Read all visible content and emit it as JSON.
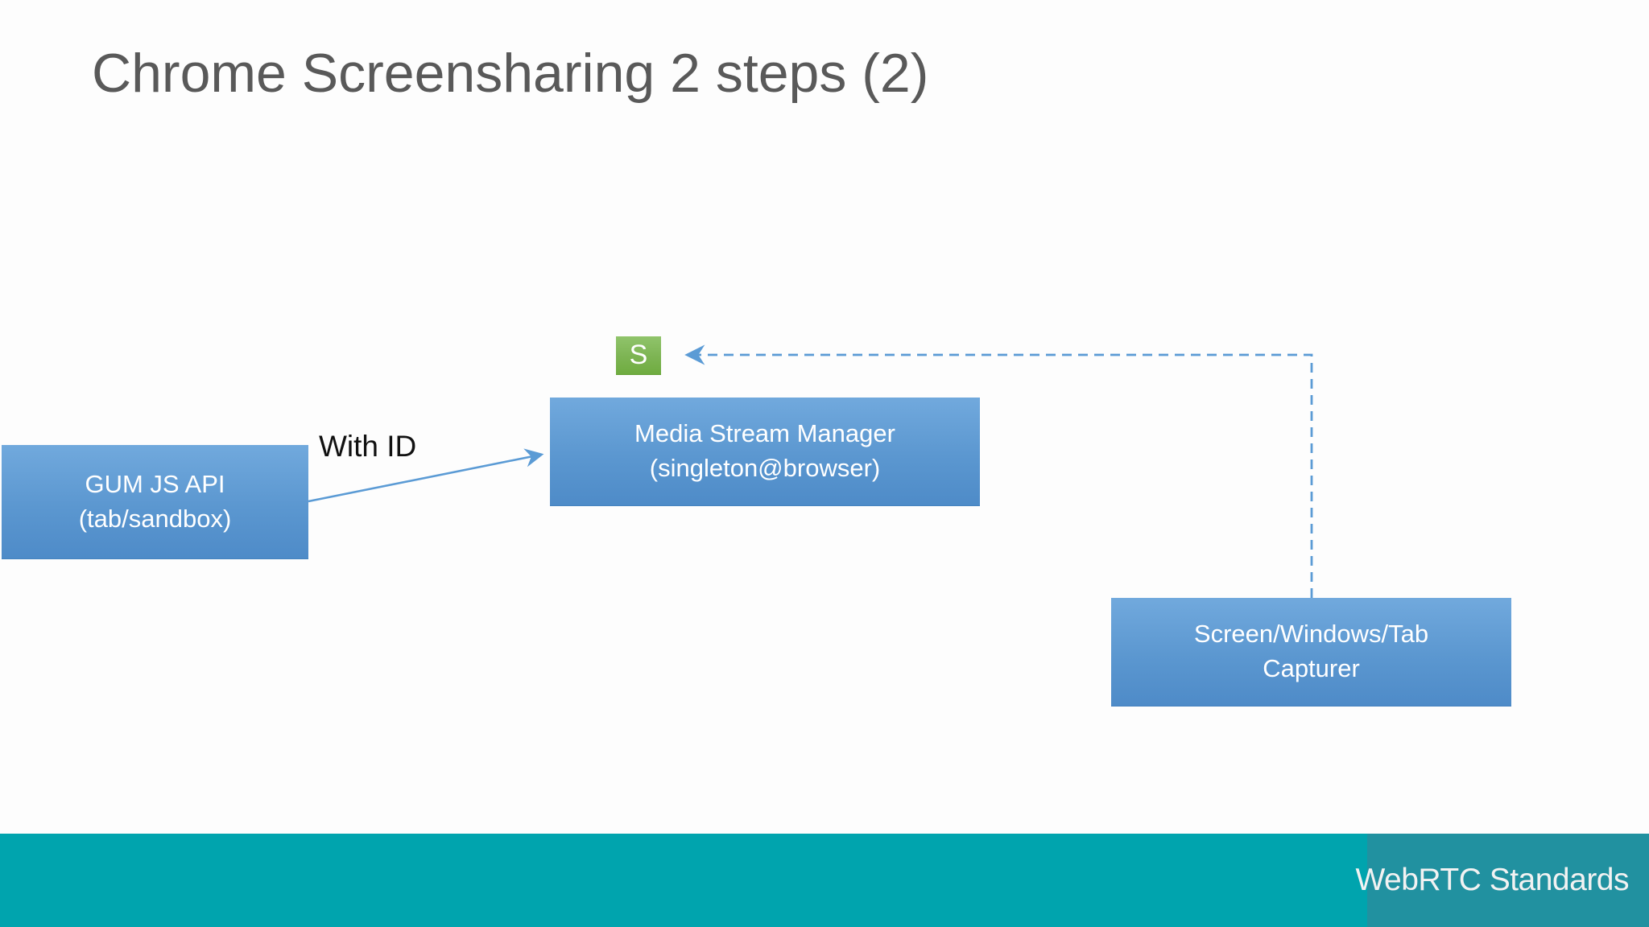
{
  "title": "Chrome Screensharing 2 steps (2)",
  "diagram": {
    "nodes": {
      "gum": {
        "line1": "GUM JS API",
        "line2": "(tab/sandbox)"
      },
      "media_stream_manager": {
        "line1": "Media Stream Manager",
        "line2": "(singleton@browser)"
      },
      "capturer": {
        "line1": "Screen/Windows/Tab",
        "line2": "Capturer"
      },
      "stream_badge": {
        "label": "S"
      }
    },
    "edges": {
      "gum_to_manager": {
        "label": "With ID",
        "style": "solid-arrow"
      },
      "capturer_to_stream_badge": {
        "label": "",
        "style": "dashed-arrow"
      }
    }
  },
  "footer": {
    "brand": "WebRTC Standards"
  },
  "colors": {
    "title_text": "#595959",
    "node_blue_top": "#71A9DD",
    "node_blue_bottom": "#4E8BC8",
    "node_green_top": "#90C46B",
    "node_green_bottom": "#6FAC40",
    "node_text": "#FFFFFF",
    "connector_blue": "#5B9BD5",
    "edge_label_text": "#111111",
    "footer_bar": "#00A4AE",
    "footer_brand_box": "#2191A0",
    "footer_text": "#F2F2F2",
    "background": "#FDFDFD"
  }
}
